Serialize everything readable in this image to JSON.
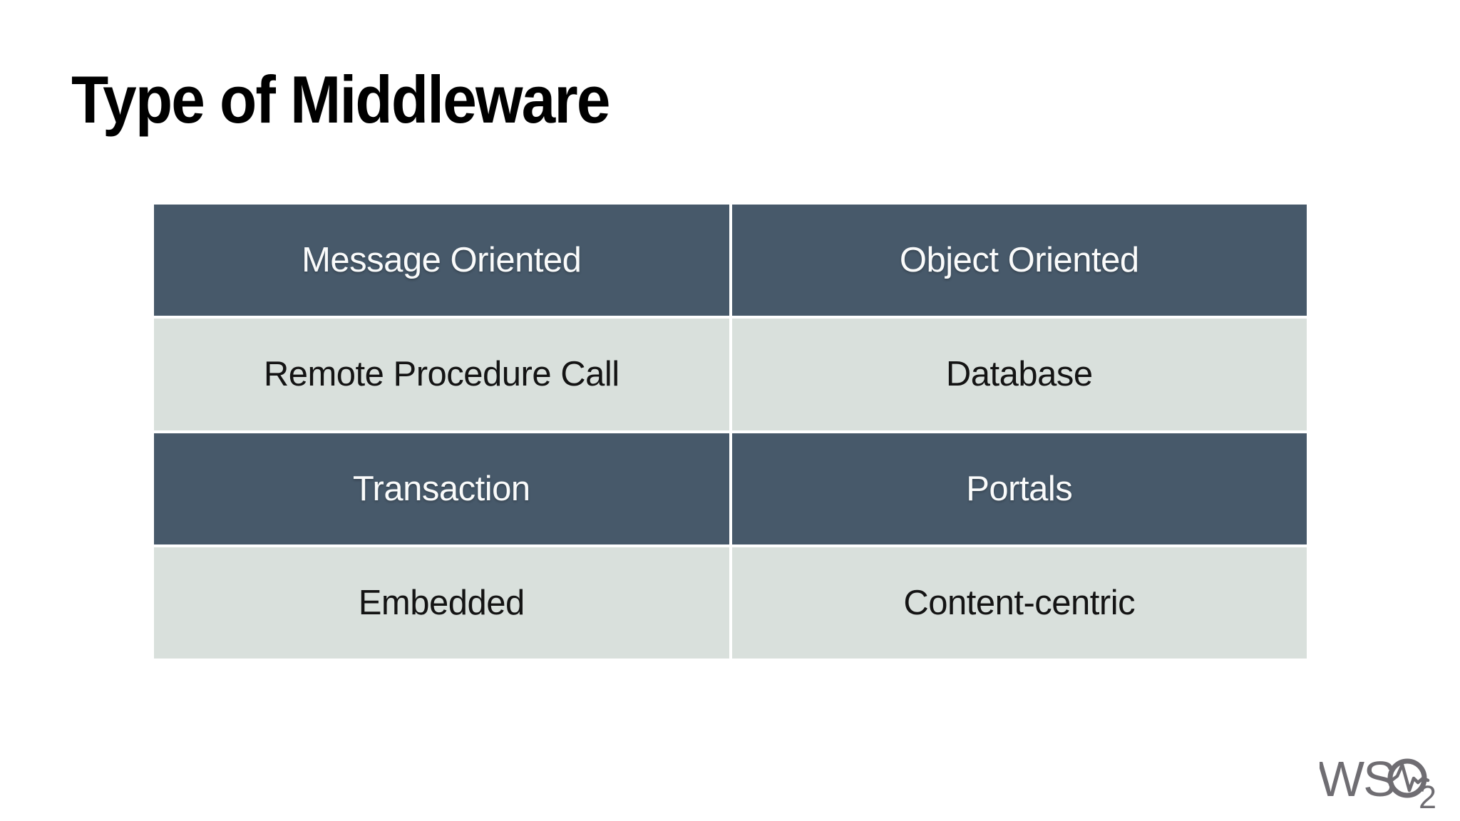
{
  "slide": {
    "title": "Type of Middleware",
    "table": {
      "columns": 2,
      "rows": [
        {
          "style": "dark",
          "cells": [
            "Message Oriented",
            "Object Oriented"
          ]
        },
        {
          "style": "light",
          "cells": [
            "Remote Procedure Call",
            "Database"
          ]
        },
        {
          "style": "dark",
          "cells": [
            "Transaction",
            "Portals"
          ]
        },
        {
          "style": "light",
          "cells": [
            "Embedded",
            "Content-centric"
          ]
        }
      ]
    },
    "logo": {
      "name": "WSO2",
      "letters": "WS",
      "subscript": "2",
      "pulse_icon": "heartbeat-pulse"
    },
    "colors": {
      "background": "#FFFFFF",
      "title_text": "#000000",
      "dark_row_bg": "#47596A",
      "dark_row_text": "#FAFBFB",
      "light_row_bg": "#D9E0DC",
      "light_row_text": "#141414",
      "cell_gap": "#FFFFFF",
      "logo_gray": "#6F6D72"
    }
  }
}
